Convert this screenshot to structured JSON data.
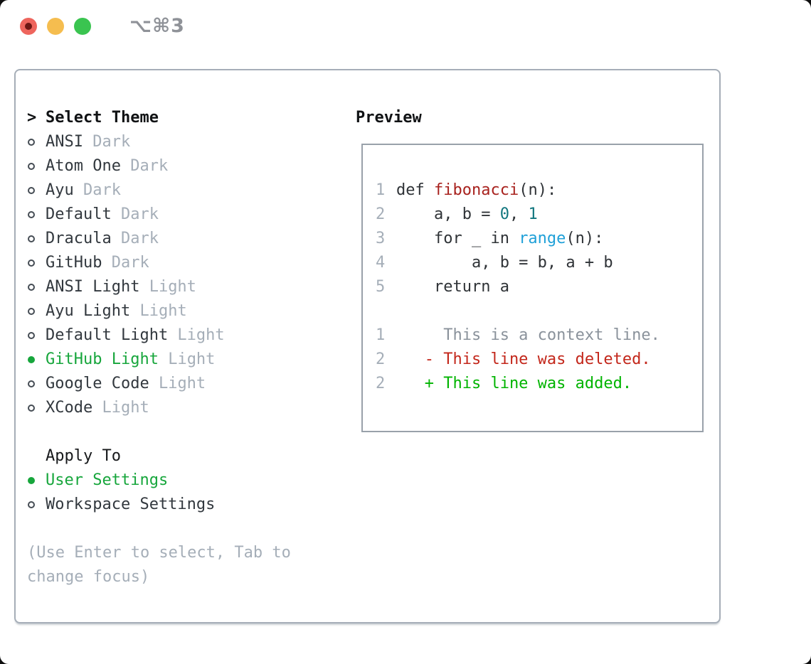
{
  "window": {
    "shortcut_label": "⌥⌘3",
    "traffic_lights": [
      "close",
      "minimize",
      "zoom"
    ]
  },
  "colors": {
    "accent_green": "#17a63c",
    "text": "#32383e",
    "muted": "#a5aeb8",
    "default": "#2f3337",
    "function": "#a8221e",
    "number": "#11767e",
    "builtin": "#1fa0d8",
    "context": "#8a929b",
    "deleted": "#c3271b",
    "added": "#00b400",
    "panel_border": "#a6aeb8",
    "preview_border": "#99a1aa"
  },
  "panel": {
    "select_theme": {
      "marker": ">",
      "title": "Select Theme"
    },
    "themes": [
      {
        "name": "ANSI",
        "variant": "Dark",
        "selected": false
      },
      {
        "name": "Atom One",
        "variant": "Dark",
        "selected": false
      },
      {
        "name": "Ayu",
        "variant": "Dark",
        "selected": false
      },
      {
        "name": "Default",
        "variant": "Dark",
        "selected": false
      },
      {
        "name": "Dracula",
        "variant": "Dark",
        "selected": false
      },
      {
        "name": "GitHub",
        "variant": "Dark",
        "selected": false
      },
      {
        "name": "ANSI Light",
        "variant": "Light",
        "selected": false
      },
      {
        "name": "Ayu Light",
        "variant": "Light",
        "selected": false
      },
      {
        "name": "Default Light",
        "variant": "Light",
        "selected": false
      },
      {
        "name": "GitHub Light",
        "variant": "Light",
        "selected": true
      },
      {
        "name": "Google Code",
        "variant": "Light",
        "selected": false
      },
      {
        "name": "XCode",
        "variant": "Light",
        "selected": false
      }
    ],
    "apply_to": {
      "title": "Apply To",
      "options": [
        {
          "name": "User Settings",
          "selected": true
        },
        {
          "name": "Workspace Settings",
          "selected": false
        }
      ]
    },
    "help": [
      "(Use Enter to select, Tab to",
      "change focus)"
    ]
  },
  "preview": {
    "title": "Preview",
    "lines": [
      {
        "num": "1",
        "segments": [
          {
            "text": "def ",
            "color": "default"
          },
          {
            "text": "fibonacci",
            "color": "function"
          },
          {
            "text": "(n):",
            "color": "default"
          }
        ]
      },
      {
        "num": "2",
        "segments": [
          {
            "text": "    a, b = ",
            "color": "default"
          },
          {
            "text": "0",
            "color": "number"
          },
          {
            "text": ", ",
            "color": "default"
          },
          {
            "text": "1",
            "color": "number"
          }
        ]
      },
      {
        "num": "3",
        "segments": [
          {
            "text": "    for _ in ",
            "color": "default"
          },
          {
            "text": "range",
            "color": "builtin"
          },
          {
            "text": "(n):",
            "color": "default"
          }
        ]
      },
      {
        "num": "4",
        "segments": [
          {
            "text": "        a, b = b, a + b",
            "color": "default"
          }
        ]
      },
      {
        "num": "5",
        "segments": [
          {
            "text": "    return a",
            "color": "default"
          }
        ]
      },
      {
        "num": "",
        "segments": []
      },
      {
        "num": "1",
        "segments": [
          {
            "text": "     This is a context line.",
            "color": "context"
          }
        ]
      },
      {
        "num": "2",
        "segments": [
          {
            "text": "   - This line was deleted.",
            "color": "deleted"
          }
        ]
      },
      {
        "num": "2",
        "segments": [
          {
            "text": "   + This line was added.",
            "color": "added"
          }
        ]
      }
    ]
  }
}
